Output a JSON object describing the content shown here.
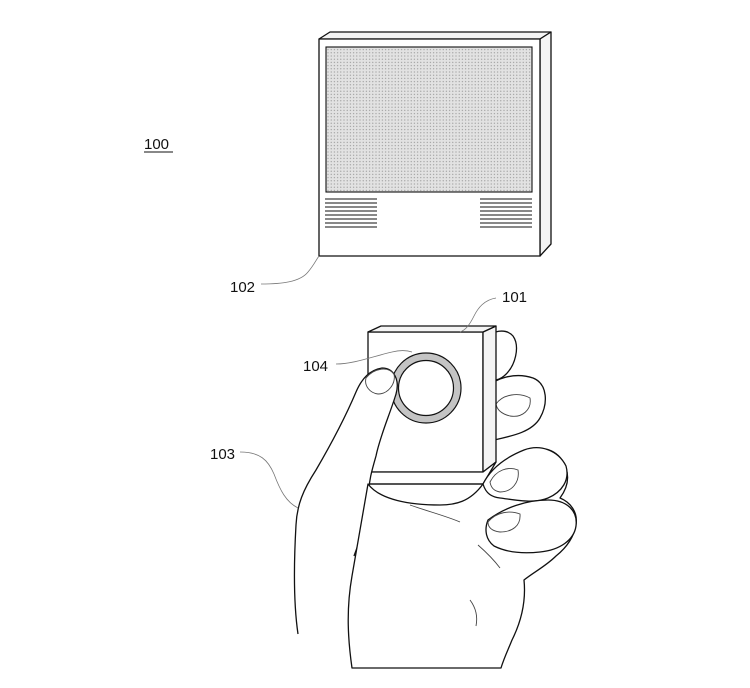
{
  "figure_label": "100",
  "labels": {
    "device": "101",
    "display": "102",
    "hand": "103",
    "button": "104"
  },
  "colors": {
    "line": "#111111",
    "screen_fill": "#d7d7d7",
    "button_ring": "#bdbdbd"
  }
}
